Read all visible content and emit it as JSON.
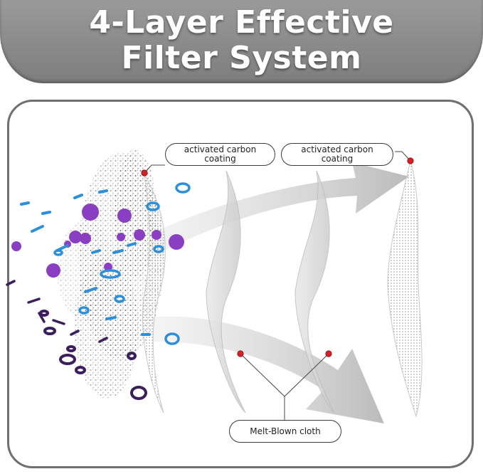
{
  "header": {
    "title_line1": "4-Layer Effective",
    "title_line2": "Filter System"
  },
  "callouts": {
    "carbon_left": {
      "line1": "activated carbon",
      "line2": "coating"
    },
    "carbon_right": {
      "line1": "activated carbon",
      "line2": "coating"
    },
    "meltblown": {
      "label": "Melt-Blown cloth"
    }
  },
  "colors": {
    "banner": "#8a8a8a",
    "panel_border": "#6f6f6f",
    "marker": "#d81f26",
    "particle_purple": "#8a3fc2",
    "particle_blue": "#2b8fd9",
    "particle_dark": "#3b1e5c"
  }
}
